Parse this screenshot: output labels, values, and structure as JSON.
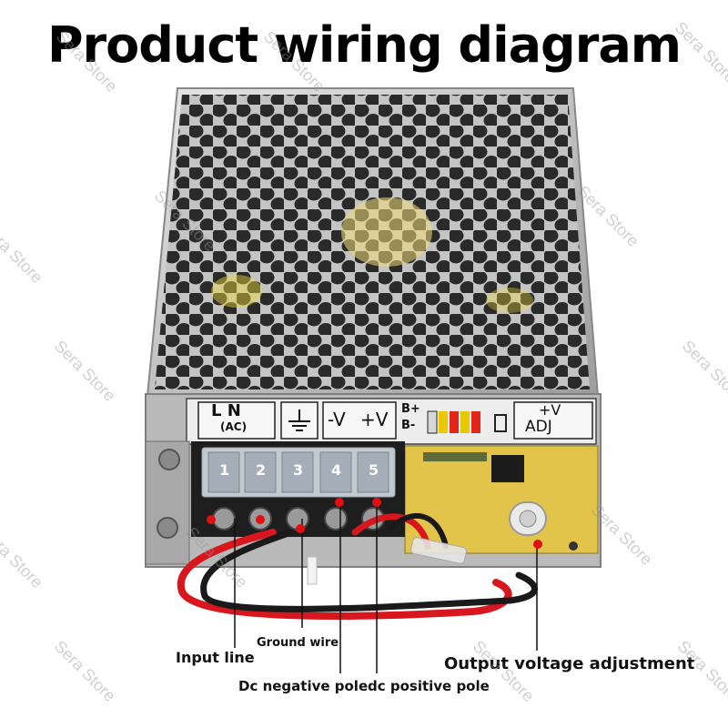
{
  "title": "Product wiring diagram",
  "watermark": "Sera Store",
  "panel": {
    "ln": "L  N",
    "ac": "(AC)",
    "minus_v": "-V",
    "plus_v": "+V",
    "b_plus": "B+",
    "b_minus": "B-",
    "adj_top": "+V",
    "adj_bottom": "ADJ"
  },
  "terminals": [
    "1",
    "2",
    "3",
    "4",
    "5"
  ],
  "labels": {
    "input_line": "Input line",
    "ground_wire": "Ground wire",
    "dc_negative": "Dc negative pole",
    "dc_positive": "dc positive pole",
    "output_adjust": "Output voltage adjustment"
  },
  "colors": {
    "chassis": "#c9c9c9",
    "chassis_dark": "#8d8d8d",
    "interior": "#d9c56a",
    "wire_red": "#d8161d",
    "wire_black": "#1a1a1a",
    "pcb": "#e2c44a",
    "marker": "#e01010"
  }
}
